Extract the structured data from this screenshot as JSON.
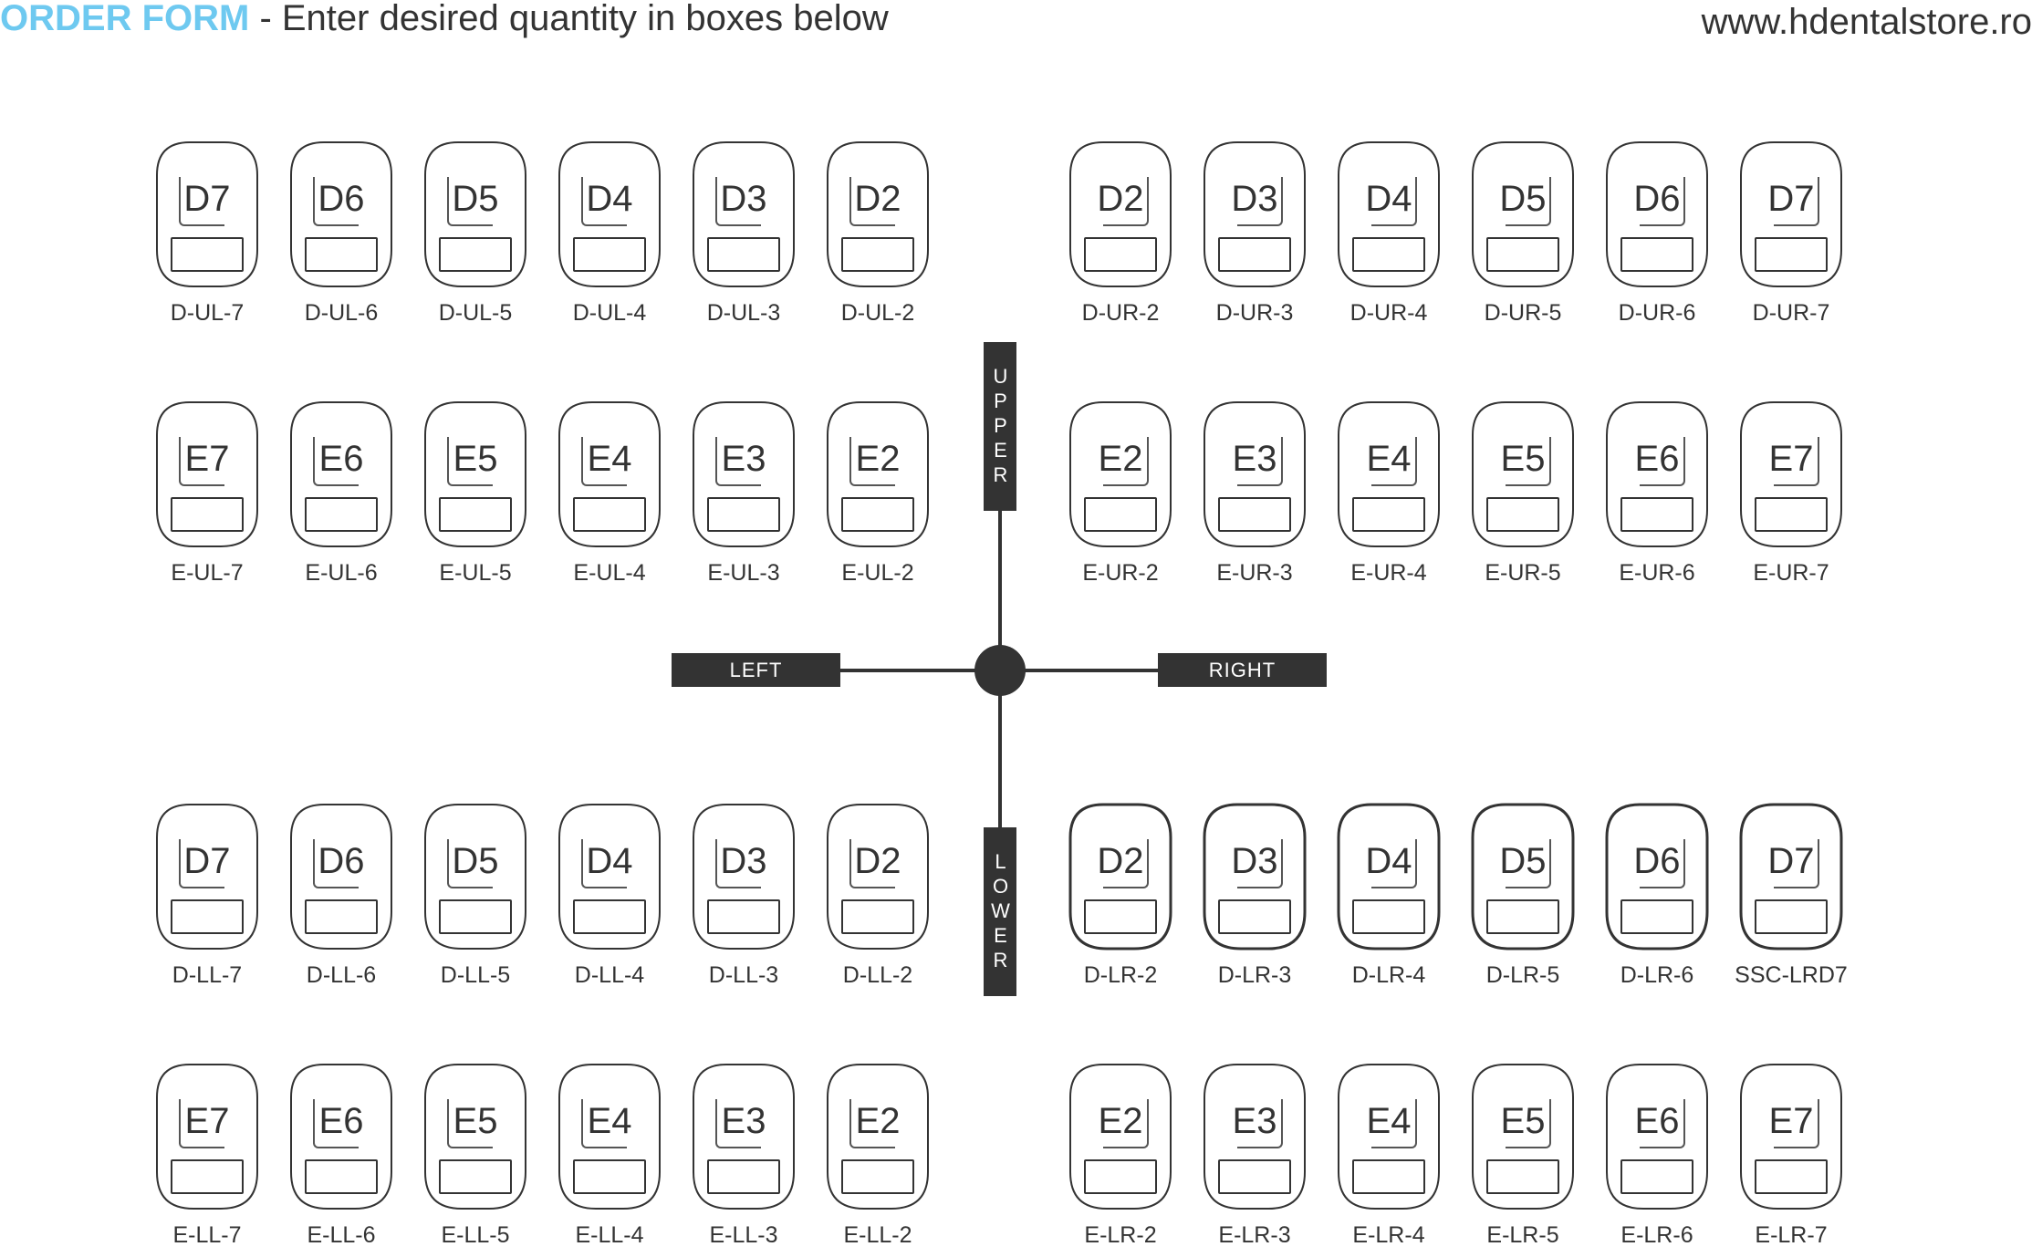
{
  "header": {
    "title_accent": "ORDER FORM",
    "title_rest": " - Enter desired quantity in boxes below",
    "url": "www.hdentalstore.ro"
  },
  "axis": {
    "upper": "UPPER",
    "lower": "LOWER",
    "left": "LEFT",
    "right": "RIGHT"
  },
  "quadrants": {
    "upper_left": {
      "d_row": [
        {
          "size": "D7",
          "code": "D-UL-7",
          "quantity": ""
        },
        {
          "size": "D6",
          "code": "D-UL-6",
          "quantity": ""
        },
        {
          "size": "D5",
          "code": "D-UL-5",
          "quantity": ""
        },
        {
          "size": "D4",
          "code": "D-UL-4",
          "quantity": ""
        },
        {
          "size": "D3",
          "code": "D-UL-3",
          "quantity": ""
        },
        {
          "size": "D2",
          "code": "D-UL-2",
          "quantity": ""
        }
      ],
      "e_row": [
        {
          "size": "E7",
          "code": "E-UL-7",
          "quantity": ""
        },
        {
          "size": "E6",
          "code": "E-UL-6",
          "quantity": ""
        },
        {
          "size": "E5",
          "code": "E-UL-5",
          "quantity": ""
        },
        {
          "size": "E4",
          "code": "E-UL-4",
          "quantity": ""
        },
        {
          "size": "E3",
          "code": "E-UL-3",
          "quantity": ""
        },
        {
          "size": "E2",
          "code": "E-UL-2",
          "quantity": ""
        }
      ]
    },
    "upper_right": {
      "d_row": [
        {
          "size": "D2",
          "code": "D-UR-2",
          "quantity": ""
        },
        {
          "size": "D3",
          "code": "D-UR-3",
          "quantity": ""
        },
        {
          "size": "D4",
          "code": "D-UR-4",
          "quantity": ""
        },
        {
          "size": "D5",
          "code": "D-UR-5",
          "quantity": ""
        },
        {
          "size": "D6",
          "code": "D-UR-6",
          "quantity": ""
        },
        {
          "size": "D7",
          "code": "D-UR-7",
          "quantity": ""
        }
      ],
      "e_row": [
        {
          "size": "E2",
          "code": "E-UR-2",
          "quantity": ""
        },
        {
          "size": "E3",
          "code": "E-UR-3",
          "quantity": ""
        },
        {
          "size": "E4",
          "code": "E-UR-4",
          "quantity": ""
        },
        {
          "size": "E5",
          "code": "E-UR-5",
          "quantity": ""
        },
        {
          "size": "E6",
          "code": "E-UR-6",
          "quantity": ""
        },
        {
          "size": "E7",
          "code": "E-UR-7",
          "quantity": ""
        }
      ]
    },
    "lower_left": {
      "d_row": [
        {
          "size": "D7",
          "code": "D-LL-7",
          "quantity": ""
        },
        {
          "size": "D6",
          "code": "D-LL-6",
          "quantity": ""
        },
        {
          "size": "D5",
          "code": "D-LL-5",
          "quantity": ""
        },
        {
          "size": "D4",
          "code": "D-LL-4",
          "quantity": ""
        },
        {
          "size": "D3",
          "code": "D-LL-3",
          "quantity": ""
        },
        {
          "size": "D2",
          "code": "D-LL-2",
          "quantity": ""
        }
      ],
      "e_row": [
        {
          "size": "E7",
          "code": "E-LL-7",
          "quantity": ""
        },
        {
          "size": "E6",
          "code": "E-LL-6",
          "quantity": ""
        },
        {
          "size": "E5",
          "code": "E-LL-5",
          "quantity": ""
        },
        {
          "size": "E4",
          "code": "E-LL-4",
          "quantity": ""
        },
        {
          "size": "E3",
          "code": "E-LL-3",
          "quantity": ""
        },
        {
          "size": "E2",
          "code": "E-LL-2",
          "quantity": ""
        }
      ]
    },
    "lower_right": {
      "d_row": [
        {
          "size": "D2",
          "code": "D-LR-2",
          "quantity": ""
        },
        {
          "size": "D3",
          "code": "D-LR-3",
          "quantity": ""
        },
        {
          "size": "D4",
          "code": "D-LR-4",
          "quantity": ""
        },
        {
          "size": "D5",
          "code": "D-LR-5",
          "quantity": ""
        },
        {
          "size": "D6",
          "code": "D-LR-6",
          "quantity": ""
        },
        {
          "size": "D7",
          "code": "SSC-LRD7",
          "quantity": ""
        }
      ],
      "e_row": [
        {
          "size": "E2",
          "code": "E-LR-2",
          "quantity": ""
        },
        {
          "size": "E3",
          "code": "E-LR-3",
          "quantity": ""
        },
        {
          "size": "E4",
          "code": "E-LR-4",
          "quantity": ""
        },
        {
          "size": "E5",
          "code": "E-LR-5",
          "quantity": ""
        },
        {
          "size": "E6",
          "code": "E-LR-6",
          "quantity": ""
        },
        {
          "size": "E7",
          "code": "E-LR-7",
          "quantity": ""
        }
      ]
    }
  },
  "colors": {
    "accent": "#6ec9f0",
    "text": "#333333",
    "axis": "#333333"
  }
}
